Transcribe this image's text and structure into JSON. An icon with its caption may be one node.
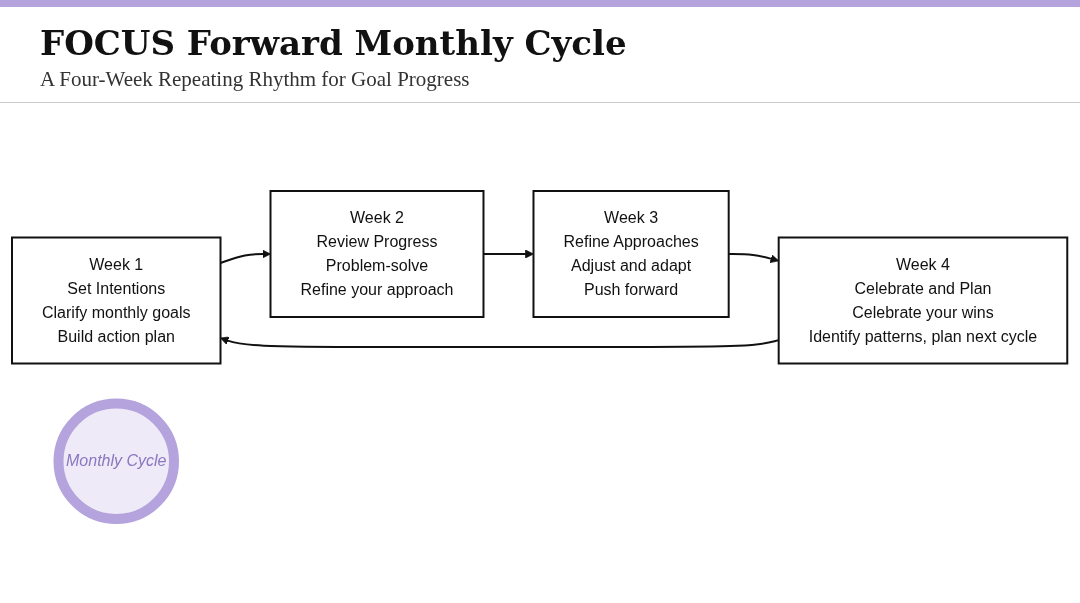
{
  "diagram": {
    "title": "FOCUS Forward Monthly Cycle",
    "nodes": [
      {
        "text": [
          "Week 1",
          "Set Intentions",
          "Clarify monthly goals",
          "Build action plan"
        ]
      },
      {
        "text": [
          "Week 2",
          "Review Progress",
          "Problem-solve",
          "Refine your approach"
        ]
      },
      {
        "text": [
          "Week 3",
          "Refine Approaches",
          "Adjust and adapt",
          "Push forward"
        ]
      },
      {
        "text": [
          "Week 4",
          "Celebrate and Plan",
          "Celebrate your wins",
          "Identify patterns, plan next cycle"
        ]
      },
      {
        "text": [
          "Monthly Cycle"
        ]
      }
    ],
    "edges": [
      {
        "from": 0,
        "to": 1,
        "arrow": "to"
      },
      {
        "from": 1,
        "to": 2,
        "arrow": "to"
      },
      {
        "from": 2,
        "to": 3,
        "arrow": "to"
      },
      {
        "from": 3,
        "to": 0,
        "arrow": "to"
      }
    ],
    "labels": [
      "A Four-Week Repeating Rhythm for Goal Progress"
    ]
  }
}
